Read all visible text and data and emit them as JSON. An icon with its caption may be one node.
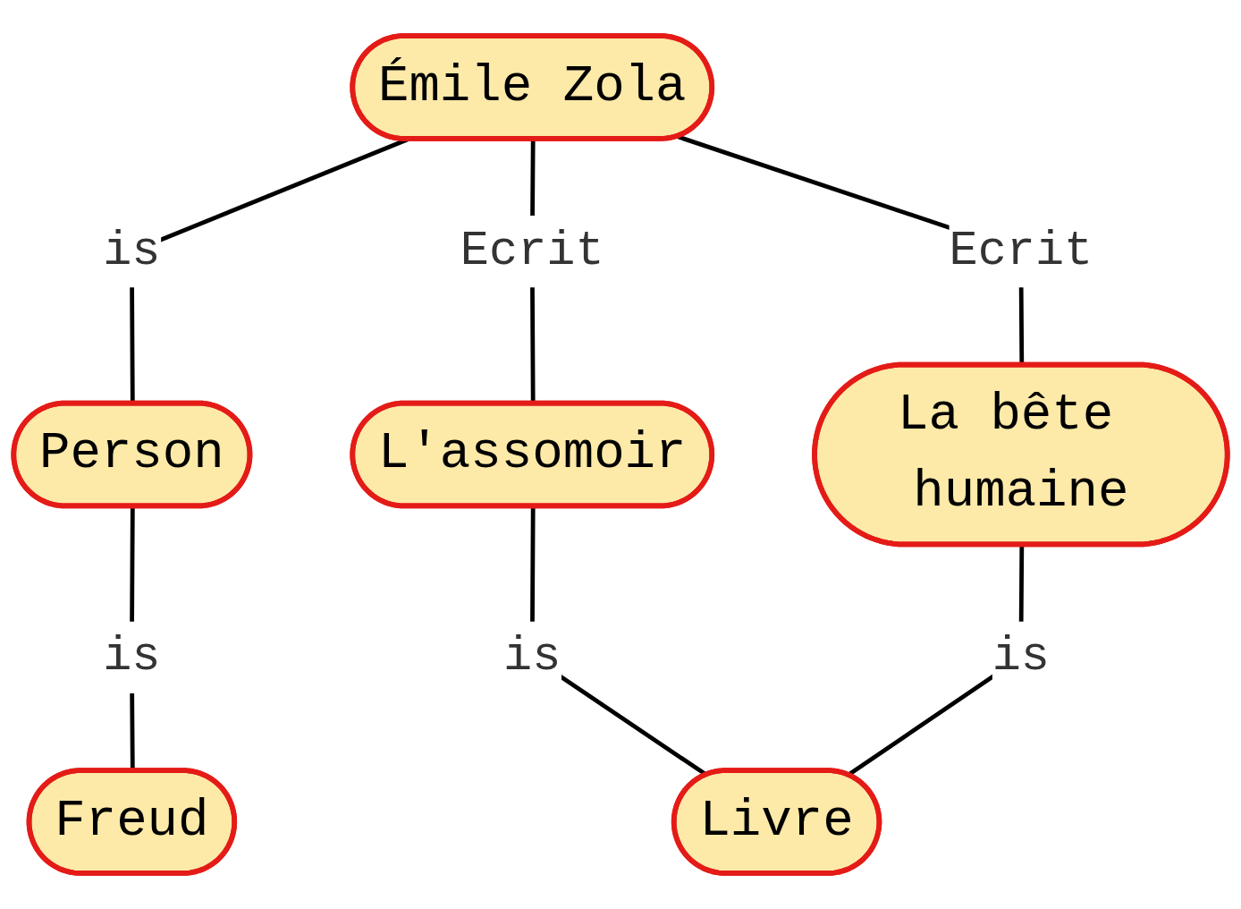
{
  "diagram": {
    "nodes": [
      {
        "text": [
          "Person"
        ]
      },
      {
        "text": [
          "Émile Zola"
        ]
      },
      {
        "text": [
          "Freud"
        ]
      },
      {
        "text": [
          "L'assomoir"
        ]
      },
      {
        "text": [
          "La bête humaine"
        ]
      },
      {
        "text": [
          "Livre"
        ]
      }
    ],
    "edges": [
      {
        "from": 1,
        "to": 0,
        "label": "is",
        "arrow": "none"
      },
      {
        "from": 0,
        "to": 2,
        "label": "is",
        "arrow": "none"
      },
      {
        "from": 1,
        "to": 3,
        "label": "Ecrit",
        "arrow": "none"
      },
      {
        "from": 1,
        "to": 4,
        "label": "Ecrit",
        "arrow": "none"
      },
      {
        "from": 3,
        "to": 5,
        "label": "is",
        "arrow": "none"
      },
      {
        "from": 4,
        "to": 5,
        "label": "is",
        "arrow": "none"
      }
    ]
  }
}
